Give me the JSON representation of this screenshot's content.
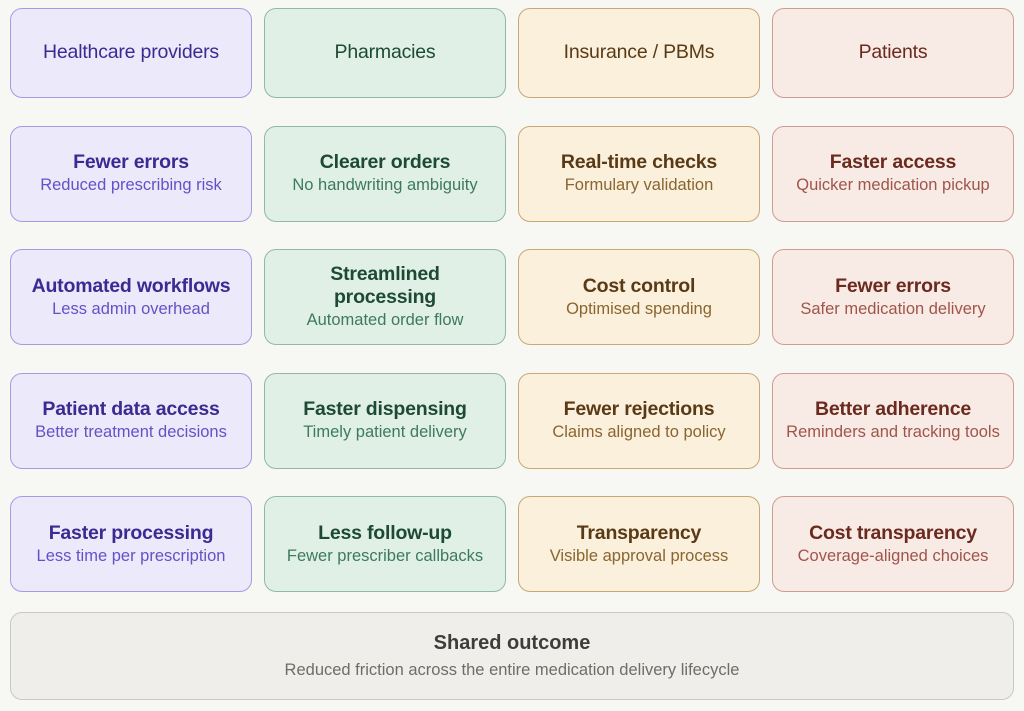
{
  "theme": {
    "page_background": "#f7f7f4",
    "columns": [
      {
        "key": "purple",
        "fill": "#ece9fb",
        "border": "#a89ae2",
        "title_color": "#3a2a91",
        "sub_color": "#6352c6"
      },
      {
        "key": "green",
        "fill": "#e0f0e7",
        "border": "#91b9a4",
        "title_color": "#1d4a33",
        "sub_color": "#3d7a5c"
      },
      {
        "key": "beige",
        "fill": "#faf0db",
        "border": "#c9a876",
        "title_color": "#5a3a16",
        "sub_color": "#8a6530"
      },
      {
        "key": "pink",
        "fill": "#f8eae5",
        "border": "#cf9d90",
        "title_color": "#6b2a1e",
        "sub_color": "#a0554a"
      }
    ],
    "outcome_fill": "#efeeea",
    "outcome_border": "#c9c8c2"
  },
  "headers": [
    {
      "label": "Healthcare providers"
    },
    {
      "label": "Pharmacies"
    },
    {
      "label": "Insurance / PBMs"
    },
    {
      "label": "Patients"
    }
  ],
  "rows": [
    {
      "cells": [
        {
          "title": "Fewer errors",
          "sub": "Reduced prescribing risk"
        },
        {
          "title": "Clearer orders",
          "sub": "No handwriting ambiguity"
        },
        {
          "title": "Real-time checks",
          "sub": "Formulary validation"
        },
        {
          "title": "Faster access",
          "sub": "Quicker medication pickup"
        }
      ]
    },
    {
      "cells": [
        {
          "title": "Automated workflows",
          "sub": "Less admin overhead"
        },
        {
          "title": "Streamlined processing",
          "sub": "Automated order flow"
        },
        {
          "title": "Cost control",
          "sub": "Optimised spending"
        },
        {
          "title": "Fewer errors",
          "sub": "Safer medication delivery"
        }
      ]
    },
    {
      "cells": [
        {
          "title": "Patient data access",
          "sub": "Better treatment decisions"
        },
        {
          "title": "Faster dispensing",
          "sub": "Timely patient delivery"
        },
        {
          "title": "Fewer rejections",
          "sub": "Claims aligned to policy"
        },
        {
          "title": "Better adherence",
          "sub": "Reminders and tracking tools"
        }
      ]
    },
    {
      "cells": [
        {
          "title": "Faster processing",
          "sub": "Less time per prescription"
        },
        {
          "title": "Less follow-up",
          "sub": "Fewer prescriber callbacks"
        },
        {
          "title": "Transparency",
          "sub": "Visible approval process"
        },
        {
          "title": "Cost transparency",
          "sub": "Coverage-aligned choices"
        }
      ]
    }
  ],
  "outcome": {
    "title": "Shared outcome",
    "subtitle": "Reduced friction across the entire medication delivery lifecycle"
  }
}
